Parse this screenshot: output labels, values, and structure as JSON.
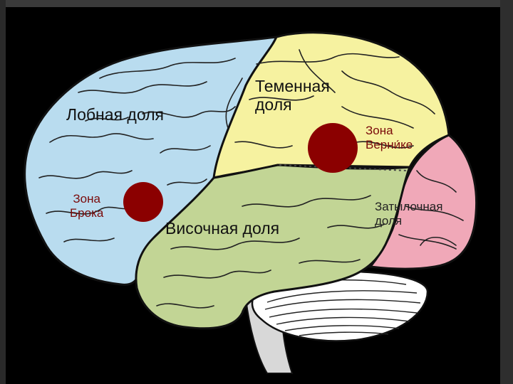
{
  "colors": {
    "background": "#000000",
    "frontal": "#b9dcef",
    "parietal": "#f6f2a0",
    "temporal": "#c2d595",
    "occipital": "#f0a8b8",
    "cerebellum": "#ffffff",
    "stem": "#d8d8d8",
    "area_marker": "#8b0000",
    "label_red": "#7a0a0a",
    "outline": "#111111"
  },
  "labels": {
    "frontal": "Лобная доля",
    "parietal_line1": "Теменная",
    "parietal_line2": "доля",
    "wernicke_line1": "Зона",
    "wernicke_line2": "Верни́ке",
    "broca_line1": "Зона",
    "broca_line2": "Брока",
    "temporal": "Височная доля",
    "occipital_line1": "Затылочная",
    "occipital_line2": "доля"
  },
  "markers": [
    "wernicke-area-marker",
    "broca-area-marker"
  ]
}
